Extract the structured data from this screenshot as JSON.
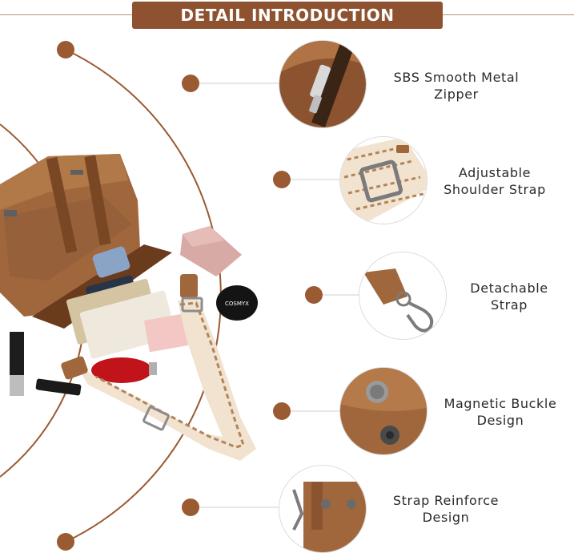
{
  "header": {
    "title": "DETAIL INTRODUCTION"
  },
  "colors": {
    "brand": "#8e5230",
    "arc": "#9a5a32",
    "leather": "#a0673c",
    "leather_dark": "#7a4725",
    "strap_light": "#f1e3cf",
    "strap_dark": "#b3845a"
  },
  "features": [
    {
      "line1": "SBS Smooth Metal",
      "line2": "Zipper",
      "icon": "zipper-icon"
    },
    {
      "line1": "Adjustable",
      "line2": "Shoulder Strap",
      "icon": "strap-buckle-icon"
    },
    {
      "line1": "Detachable",
      "line2": "Strap",
      "icon": "snap-hook-icon"
    },
    {
      "line1": "Magnetic Buckle",
      "line2": "Design",
      "icon": "magnet-icon"
    },
    {
      "line1": "Strap Reinforce",
      "line2": "Design",
      "icon": "rivet-icon"
    }
  ],
  "product": {
    "cosmetic_brand": "COSMYX"
  }
}
